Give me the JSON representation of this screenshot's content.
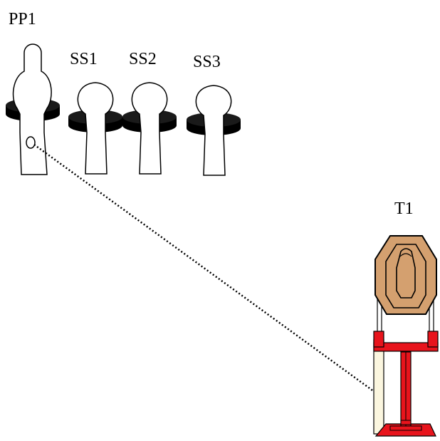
{
  "labels": {
    "pp1": "PP1",
    "ss1": "SS1",
    "ss2": "SS2",
    "ss3": "SS3",
    "t1": "T1"
  },
  "colors": {
    "target_face": "#d4a06f",
    "stand_red": "#e8141c",
    "post_cream": "#fbf6df",
    "popper_base": "#000000"
  },
  "icons": {
    "pp1": "pepper-popper-icon",
    "ss": "steel-plate-on-stand-icon",
    "t1": "cardboard-target-on-stand-icon"
  }
}
